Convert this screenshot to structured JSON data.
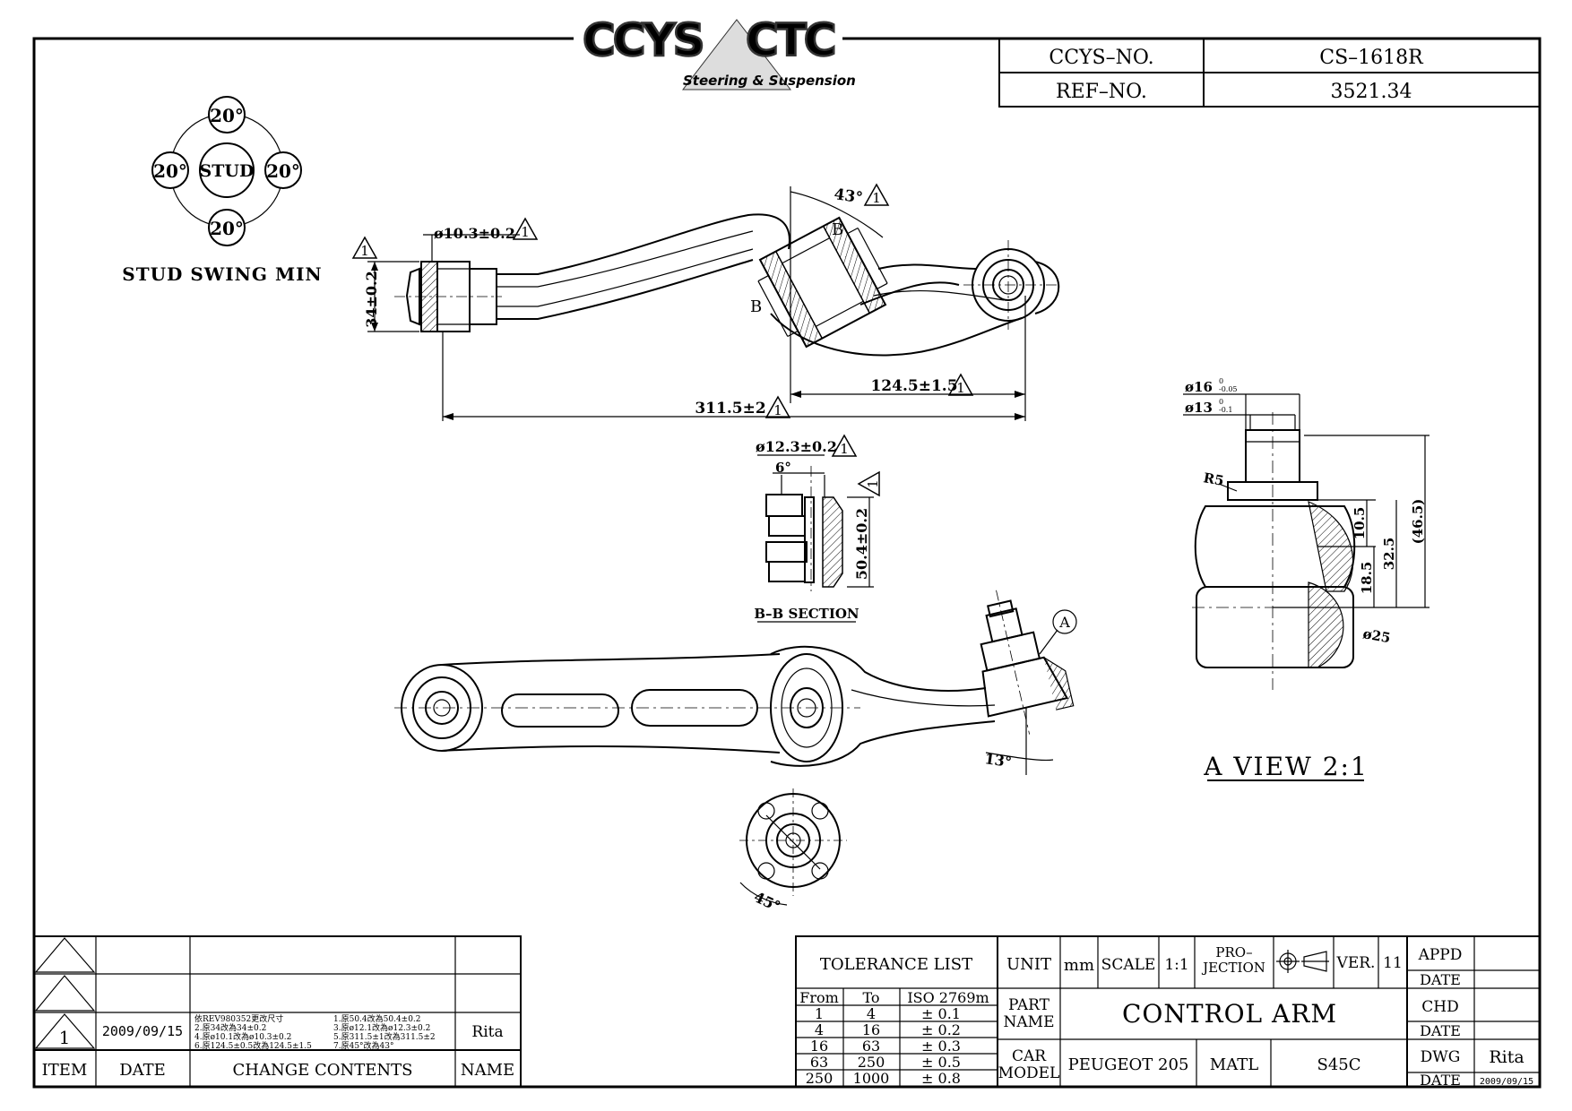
{
  "logo": {
    "brand_left": "CCYS",
    "brand_right": "CTC",
    "tagline": "Steering & Suspension"
  },
  "header": {
    "ccys_no_label": "CCYS–NO.",
    "ccys_no_value": "CS–1618R",
    "ref_no_label": "REF–NO.",
    "ref_no_value": "3521.34"
  },
  "stud_swing": {
    "top": "20°",
    "left": "20°",
    "right": "20°",
    "bottom": "20°",
    "center": "STUD",
    "caption": "STUD SWING MIN"
  },
  "dimensions": {
    "d_10_3": "ø10.3±0.2",
    "h_34": "34±0.2",
    "ang_43": "43°",
    "sec_b_top": "B",
    "sec_b_bottom": "B",
    "len_124_5": "124.5±1.5",
    "len_311_5": "311.5±2",
    "d_12_3": "ø12.3±0.2",
    "ang_6": "6°",
    "h_50_4": "50.4±0.2",
    "bb_section": "B–B SECTION",
    "view_a_mark": "A",
    "ang_13": "13°",
    "ang_45": "45°",
    "d_16": "ø16",
    "d_16_tol_up": "0",
    "d_16_tol_dn": "-0.05",
    "d_13": "ø13",
    "d_13_tol_up": "0",
    "d_13_tol_dn": "-0.1",
    "r5": "R5",
    "v_10_5": "10.5",
    "v_18_5": "18.5",
    "v_32_5": "32.5",
    "v_46_5": "(46.5)",
    "d_25": "ø25",
    "a_view": "A VIEW 2:1",
    "rev_marker": "1"
  },
  "revision_table": {
    "headers": {
      "item": "ITEM",
      "date": "DATE",
      "change": "CHANGE CONTENTS",
      "name": "NAME"
    },
    "row": {
      "item": "1",
      "date": "2009/09/15",
      "name": "Rita",
      "notes_left": [
        "依REV980352更改尺寸",
        "2.原34改為34±0.2",
        "4.原ø10.1改為ø10.3±0.2",
        "6.原124.5±0.5改為124.5±1.5"
      ],
      "notes_right": [
        "1.原50.4改為50.4±0.2",
        "3.原ø12.1改為ø12.3±0.2",
        "5.原311.5±1改為311.5±2",
        "7.原45°改為43°"
      ]
    }
  },
  "tolerance": {
    "title": "TOLERANCE LIST",
    "headers": [
      "From",
      "To",
      "ISO 2769m"
    ],
    "rows": [
      [
        "1",
        "4",
        "± 0.1"
      ],
      [
        "4",
        "16",
        "± 0.2"
      ],
      [
        "16",
        "63",
        "± 0.3"
      ],
      [
        "63",
        "250",
        "± 0.5"
      ],
      [
        "250",
        "1000",
        "± 0.8"
      ]
    ]
  },
  "title_block": {
    "unit_label": "UNIT",
    "unit_value": "mm",
    "scale_label": "SCALE",
    "scale_value": "1:1",
    "projection_label_1": "PRO–",
    "projection_label_2": "JECTION",
    "ver_label": "VER.",
    "ver_value": "11",
    "appd_label": "APPD",
    "date_label_1": "DATE",
    "chd_label": "CHD",
    "date_label_2": "DATE",
    "dwg_label": "DWG",
    "dwg_value": "Rita",
    "date_label_3": "DATE",
    "date_value": "2009/09/15",
    "part_name_label_1": "PART",
    "part_name_label_2": "NAME",
    "part_name": "CONTROL ARM",
    "car_model_label_1": "CAR",
    "car_model_label_2": "MODEL",
    "car_model": "PEUGEOT 205",
    "matl_label": "MATL",
    "matl_value": "S45C"
  }
}
